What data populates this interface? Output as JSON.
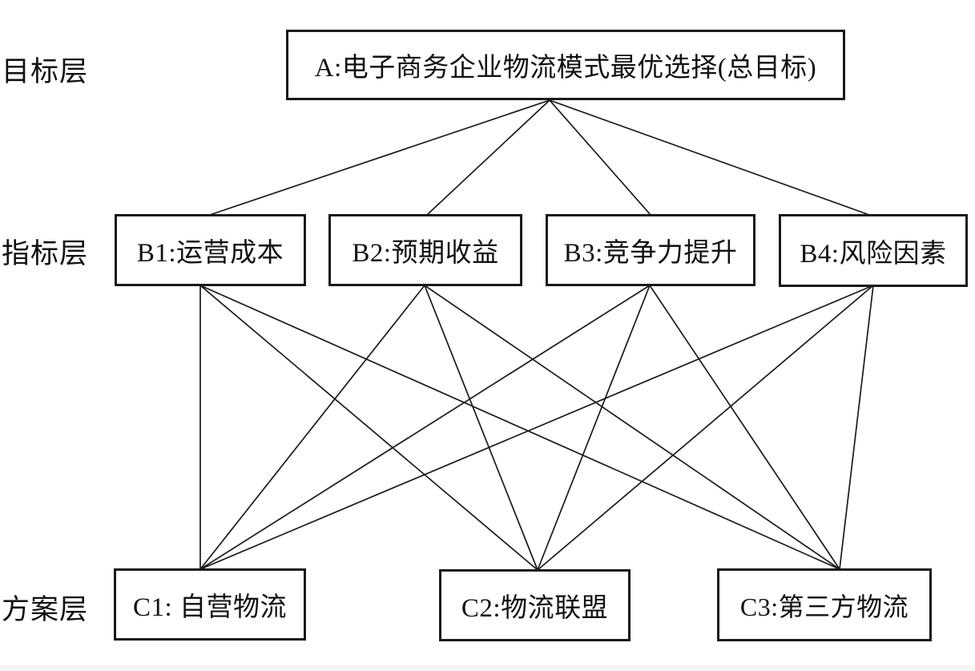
{
  "diagram": {
    "type": "hierarchy",
    "line_color": "#1a1a1a",
    "layers": [
      {
        "id": "goal",
        "label": "目标层"
      },
      {
        "id": "criteria",
        "label": "指标层"
      },
      {
        "id": "alternatives",
        "label": "方案层"
      }
    ],
    "nodes": {
      "A": {
        "label": "A:电子商务企业物流模式最优选择(总目标)"
      },
      "B1": {
        "label": "B1:运营成本"
      },
      "B2": {
        "label": "B2:预期收益"
      },
      "B3": {
        "label": "B3:竞争力提升"
      },
      "B4": {
        "label": "B4:风险因素"
      },
      "C1": {
        "label": "C1: 自营物流"
      },
      "C2": {
        "label": "C2:物流联盟"
      },
      "C3": {
        "label": "C3:第三方物流"
      }
    },
    "edges": [
      [
        "A",
        "B1"
      ],
      [
        "A",
        "B2"
      ],
      [
        "A",
        "B3"
      ],
      [
        "A",
        "B4"
      ],
      [
        "B1",
        "C1"
      ],
      [
        "B1",
        "C2"
      ],
      [
        "B1",
        "C3"
      ],
      [
        "B2",
        "C1"
      ],
      [
        "B2",
        "C2"
      ],
      [
        "B2",
        "C3"
      ],
      [
        "B3",
        "C1"
      ],
      [
        "B3",
        "C2"
      ],
      [
        "B3",
        "C3"
      ],
      [
        "B4",
        "C1"
      ],
      [
        "B4",
        "C2"
      ],
      [
        "B4",
        "C3"
      ]
    ]
  }
}
